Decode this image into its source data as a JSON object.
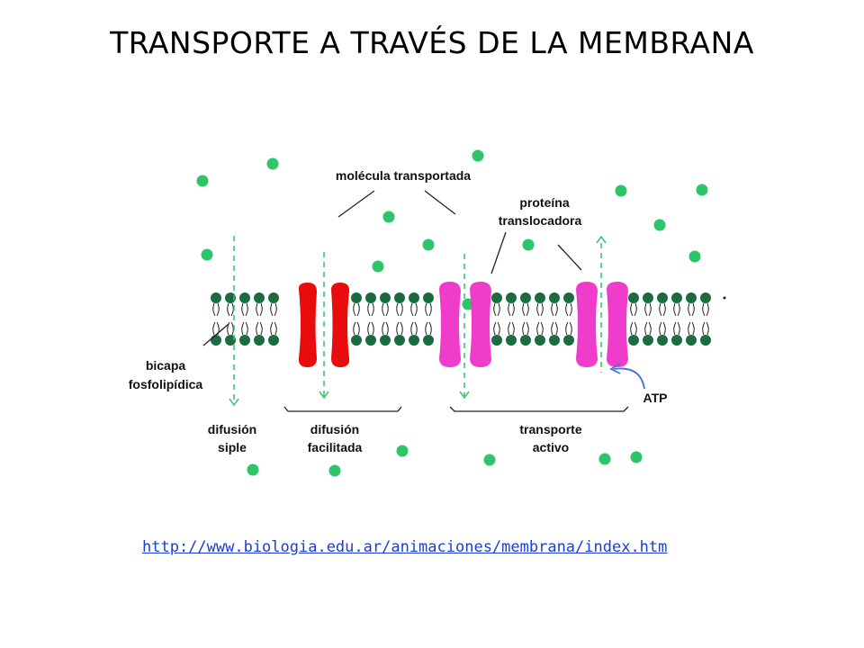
{
  "title": "TRANSPORTE A TRAVÉS DE LA MEMBRANA",
  "diagram": {
    "labels": {
      "transported_molecule": "molécula transportada",
      "translocator_protein_line1": "proteína",
      "translocator_protein_line2": "translocadora",
      "bilayer_line1": "bicapa",
      "bilayer_line2": "fosfolipídica",
      "atp": "ATP",
      "simple_diffusion_line1": "difusión",
      "simple_diffusion_line2": "siple",
      "facilitated_diffusion_line1": "difusión",
      "facilitated_diffusion_line2": "facilitada",
      "active_transport_line1": "transporte",
      "active_transport_line2": "activo"
    },
    "colors": {
      "molecule": "#2ec46a",
      "lipid_head": "#1a6b3f",
      "channel_protein": "#e80c0c",
      "carrier_protein": "#f03ccb",
      "atp_arrow": "#4a6fe0",
      "dashed_path": "#2ec46a"
    }
  },
  "source_link": "http://www.biologia.edu.ar/animaciones/membrana/index.htm"
}
